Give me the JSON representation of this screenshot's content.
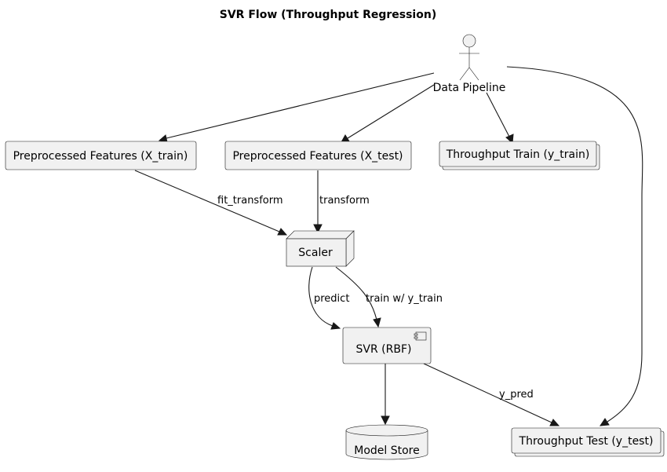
{
  "title": "SVR Flow (Throughput Regression)",
  "actor": {
    "label": "Data Pipeline",
    "shape": "actor-stick-figure"
  },
  "nodes": {
    "x_train": {
      "label": "Preprocessed Features (X_train)",
      "shape": "rectangle"
    },
    "x_test": {
      "label": "Preprocessed Features (X_test)",
      "shape": "rectangle"
    },
    "y_train": {
      "label": "Throughput Train (y_train)",
      "shape": "stacked-collection"
    },
    "scaler": {
      "label": "Scaler",
      "shape": "3d-node"
    },
    "svr": {
      "label": "SVR (RBF)",
      "shape": "component",
      "icon": "component-icon"
    },
    "model_store": {
      "label": "Model Store",
      "shape": "database-cylinder"
    },
    "y_test": {
      "label": "Throughput Test (y_test)",
      "shape": "stacked-collection"
    }
  },
  "edges": [
    {
      "from": "Data Pipeline",
      "to": "Preprocessed Features (X_train)",
      "label": ""
    },
    {
      "from": "Data Pipeline",
      "to": "Preprocessed Features (X_test)",
      "label": ""
    },
    {
      "from": "Data Pipeline",
      "to": "Throughput Train (y_train)",
      "label": ""
    },
    {
      "from": "Data Pipeline",
      "to": "Throughput Test (y_test)",
      "label": ""
    },
    {
      "from": "Preprocessed Features (X_train)",
      "to": "Scaler",
      "label": "fit_transform"
    },
    {
      "from": "Preprocessed Features (X_test)",
      "to": "Scaler",
      "label": "transform"
    },
    {
      "from": "Scaler",
      "to": "SVR (RBF)",
      "label": "predict"
    },
    {
      "from": "Scaler",
      "to": "SVR (RBF)",
      "label": "train w/ y_train"
    },
    {
      "from": "SVR (RBF)",
      "to": "Model Store",
      "label": ""
    },
    {
      "from": "SVR (RBF)",
      "to": "Throughput Test (y_test)",
      "label": "y_pred"
    }
  ],
  "colors": {
    "node_fill": "#f1f1f1",
    "stroke": "#181818",
    "background": "#ffffff"
  }
}
